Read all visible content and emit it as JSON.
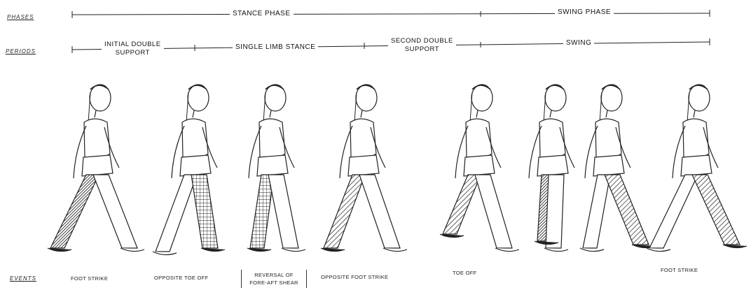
{
  "row_labels": {
    "phases": "PHASES",
    "periods": "PERIODS",
    "events": "EVENTS"
  },
  "phases": [
    {
      "label": "STANCE PHASE"
    },
    {
      "label": "SWING PHASE"
    }
  ],
  "periods": [
    {
      "line1": "INITIAL DOUBLE",
      "line2": "SUPPORT"
    },
    {
      "line1": "SINGLE LIMB STANCE",
      "line2": ""
    },
    {
      "line1": "SECOND DOUBLE",
      "line2": "SUPPORT"
    },
    {
      "line1": "SWING",
      "line2": ""
    }
  ],
  "events": [
    "FOOT STRIKE",
    "OPPOSITE TOE OFF",
    "REVERSAL OF FORE-AFT SHEAR",
    "OPPOSITE FOOT STRIKE",
    "TOE OFF",
    "FOOT STRIKE"
  ],
  "figures": [
    {
      "pose": "foot-strike",
      "hatched_leg": "back"
    },
    {
      "pose": "opposite-toe-off",
      "hatched_leg": "front"
    },
    {
      "pose": "reversal-of-shear",
      "hatched_leg": "stance"
    },
    {
      "pose": "opposite-foot-strike",
      "hatched_leg": "stance"
    },
    {
      "pose": "toe-off",
      "hatched_leg": "back"
    },
    {
      "pose": "early-swing",
      "hatched_leg": "swing"
    },
    {
      "pose": "mid-swing",
      "hatched_leg": "swing"
    },
    {
      "pose": "foot-strike",
      "hatched_leg": "front"
    }
  ]
}
